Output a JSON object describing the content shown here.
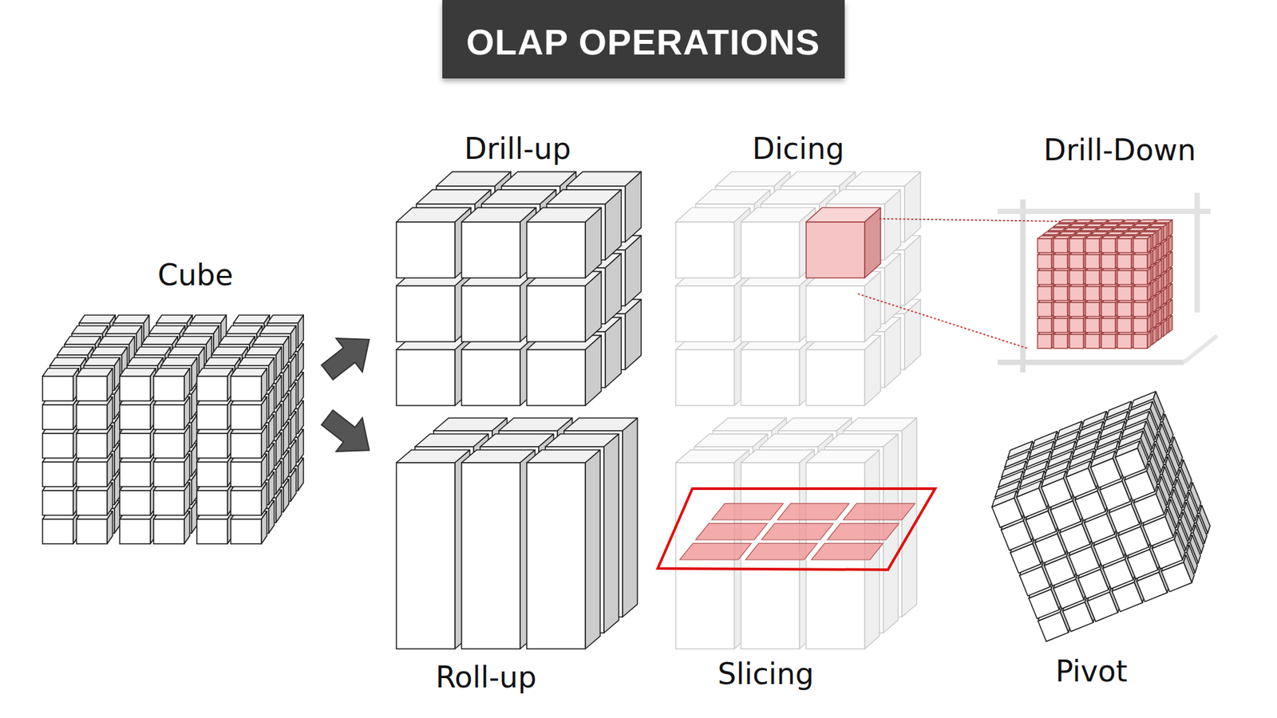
{
  "diagram": {
    "title": "OLAP OPERATIONS",
    "labels": [
      "Cube",
      "Drill-up",
      "Dicing",
      "Drill-Down",
      "Roll-up",
      "Slicing",
      "Pivot"
    ]
  }
}
